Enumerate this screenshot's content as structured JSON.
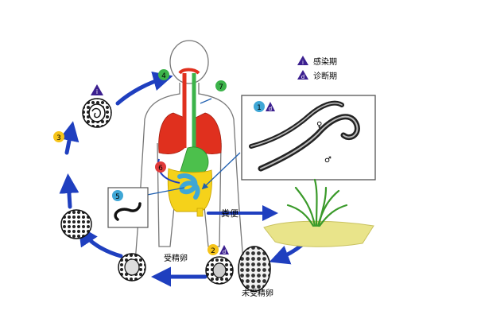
{
  "legend": {
    "items": [
      {
        "marker": "i",
        "text": "感染期",
        "shape": "triangle"
      },
      {
        "marker": "d",
        "text": "诊断期",
        "shape": "triangle"
      }
    ]
  },
  "stages": [
    {
      "number": "1",
      "color": "#3fa7d6"
    },
    {
      "number": "2",
      "color": "#f6c41a"
    },
    {
      "number": "3",
      "color": "#f6c41a"
    },
    {
      "number": "4",
      "color": "#3cb34a"
    },
    {
      "number": "5",
      "color": "#3fa7d6"
    },
    {
      "number": "6",
      "color": "#e03a3a"
    },
    {
      "number": "7",
      "color": "#3cb34a"
    }
  ],
  "stage_badges": {
    "infective": "i",
    "diagnostic": "d"
  },
  "labels": {
    "feces": "粪便",
    "fertilized_egg": "受精卵",
    "unfertilized_egg": "未受精卵"
  },
  "colors": {
    "cycle_arrow": "#1f3fbf",
    "badge_purple": "#3b1f8f",
    "lung_red": "#e0301e",
    "intestine_yellow": "#f5d21a",
    "stomach_green": "#4cc04c",
    "soil": "#e9e48a"
  }
}
